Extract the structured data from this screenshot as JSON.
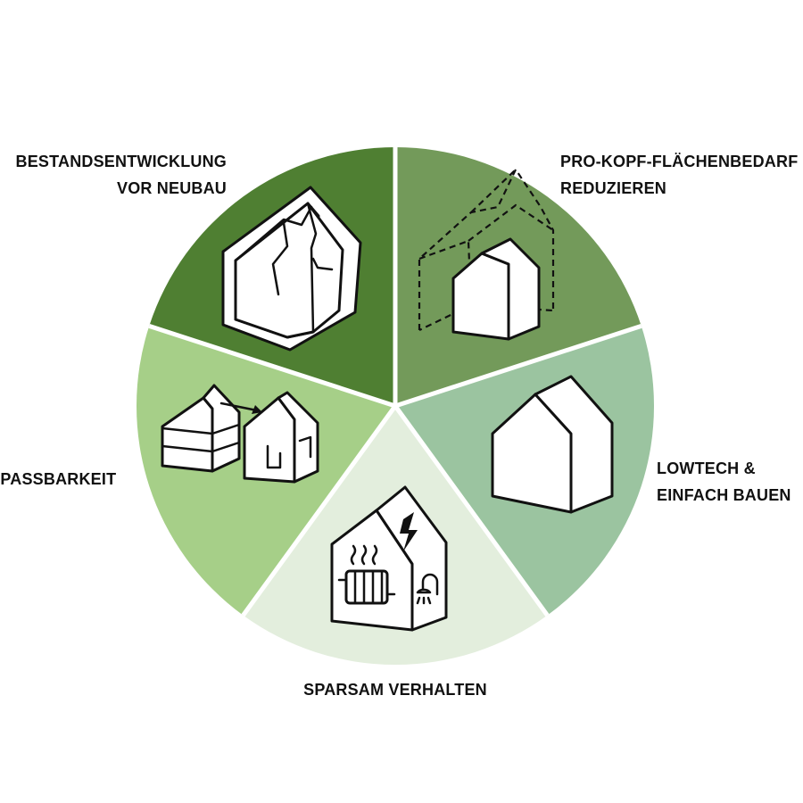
{
  "segments": [
    {
      "id": "bestand",
      "lines": [
        "BESTANDSENTWICKLUNG",
        "VOR NEUBAU"
      ],
      "color": "#4f7f32",
      "icon": "cracked-house-icon"
    },
    {
      "id": "prokopf",
      "lines": [
        "PRO-KOPF-FLÄCHENBEDARF",
        "REDUZIEREN"
      ],
      "color": "#739a5a",
      "icon": "small-house-in-large-outline-icon"
    },
    {
      "id": "lowtech",
      "lines": [
        "LOWTECH &",
        "EINFACH BAUEN"
      ],
      "color": "#9bc4a0",
      "icon": "simple-house-icon"
    },
    {
      "id": "sparsam",
      "lines": [
        "SPARSAM VERHALTEN"
      ],
      "color": "#e3eedd",
      "icon": "house-radiator-shower-lightning-icon"
    },
    {
      "id": "anpass",
      "lines": [
        "ANPASSBARKEIT"
      ],
      "color": "#a6cf88",
      "icon": "adaptable-house-icon"
    }
  ]
}
